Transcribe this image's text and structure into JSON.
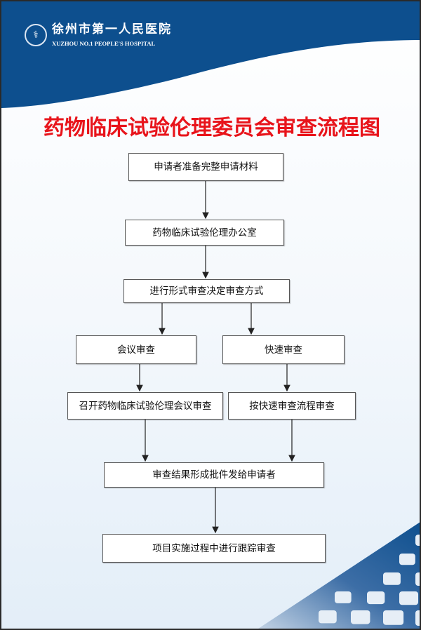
{
  "header": {
    "hospital_cn": "徐州市第一人民医院",
    "hospital_en": "XUZHOU NO.1 PEOPLE'S HOSPITAL",
    "logo_icon": "hospital-emblem"
  },
  "title": "药物临床试验伦理委员会审查流程图",
  "colors": {
    "brand_blue": "#0d4f8e",
    "title_red": "#e8141b"
  },
  "flow": {
    "step1": "申请者准备完整申请材料",
    "step2": "药物临床试验伦理办公室",
    "step3": "进行形式审查决定审查方式",
    "step4a": "会议审查",
    "step4b": "快速审查",
    "step5a": "召开药物临床试验伦理会议审查",
    "step5b": "按快速审查流程审查",
    "step6": "审查结果形成批件发给申请者",
    "step7": "项目实施过程中进行跟踪审查"
  }
}
